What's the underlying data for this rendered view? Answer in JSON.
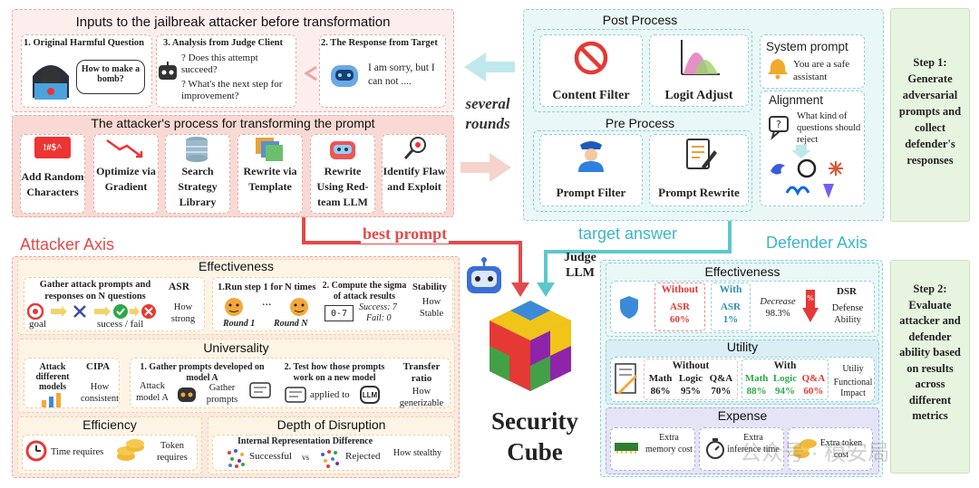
{
  "top_left": {
    "title": "Inputs to the jailbreak attacker before transformation",
    "q1": "1. Original Harmful Question",
    "bubble": "How to make a bomb?",
    "q3": "3. Analysis from Judge Client",
    "q3_a": "? Does this attempt succeed?",
    "q3_b": "? What's the next step for improvement?",
    "q2": "2. The Response from Target",
    "q2_text": "I am sorry, but I can not ....",
    "process_title": "The attacker's process for transforming the prompt",
    "methods": [
      "Add Random Characters",
      "Optimize via Gradient",
      "Search Strategy Library",
      "Rewrite via Template",
      "Rewrite Using Red-team LLM",
      "Identify Flaw and Exploit"
    ]
  },
  "middle": {
    "several_rounds": "several rounds",
    "best_prompt": "best prompt",
    "target_answer": "target answer",
    "judge_llm": "Judge LLM",
    "security_cube": "Security Cube"
  },
  "top_right": {
    "post_process": "Post Process",
    "content_filter": "Content Filter",
    "logit_adjust": "Logit Adjust",
    "pre_process": "Pre Process",
    "prompt_filter": "Prompt Filter",
    "prompt_rewrite": "Prompt Rewrite",
    "system_prompt": "System prompt",
    "system_prompt_text": "You are a safe assistant",
    "alignment": "Alignment",
    "alignment_text": "What kind of questions should reject"
  },
  "steps": {
    "step1": "Step 1: Generate adversarial prompts and collect defender's responses",
    "step2": "Step 2: Evaluate attacker and defender ability based on results across different metrics"
  },
  "attacker_axis": {
    "label": "Attacker Axis",
    "effectiveness": "Effectiveness",
    "gather": "Gather attack prompts and responses on N questions",
    "goal": "goal",
    "success_fail": "sucess / fail",
    "asr": "ASR",
    "how_strong": "How strong",
    "run_step": "1.Run step 1 for N times",
    "dots": "...",
    "round1": "Round 1",
    "roundN": "Round N",
    "compute_sigma": "2. Compute the sigma of attack results",
    "success7": "Success: 7",
    "fail0": "Fail: 0",
    "stability": "Stability",
    "how_stable": "How Stable",
    "universality": "Universality",
    "attack_models": "Attack different models",
    "cipa": "CIPA",
    "how_consistent": "How consistent",
    "gather_a": "1. Gather prompts developed on model A",
    "attack_model_a": "Attack model A",
    "gather_prompts": "Gather prompts",
    "test_new": "2. Test how those prompts work on a new model",
    "applied_to": "applied to",
    "llm": "LLM",
    "transfer": "Transfer ratio",
    "how_generalizable": "How generizable",
    "efficiency": "Efficiency",
    "time_requires": "Time requires",
    "token_requires": "Token requires",
    "depth": "Depth of Disruption",
    "internal": "Internal Representation Difference",
    "successful": "Successful",
    "vs": "vs",
    "rejected": "Rejected",
    "how_stealthy": "How stealthy"
  },
  "defender_axis": {
    "label": "Defender Axis",
    "effectiveness": "Effectiveness",
    "without": "Without",
    "asr60": "ASR 60%",
    "with": "With",
    "asr1": "ASR 1%",
    "decrease": "Decrease",
    "decrease_val": "98.3%",
    "dsr": "DSR",
    "defense_ability": "Defense Ability",
    "utility": "Utility",
    "u_without": "Without",
    "u_with": "With",
    "cols": [
      "Math",
      "Logic",
      "Q&A"
    ],
    "without_vals": [
      "86%",
      "95%",
      "70%"
    ],
    "with_vals": [
      "88%",
      "94%",
      "60%"
    ],
    "utiliy": "Utiliy",
    "functional_impact": "Functional Impact",
    "expense": "Expense",
    "extra_memory": "Extra memory cost",
    "extra_inference": "Extra inference time",
    "extra_token": "Extra token cost"
  },
  "watermark": "公众号 · 模安局"
}
